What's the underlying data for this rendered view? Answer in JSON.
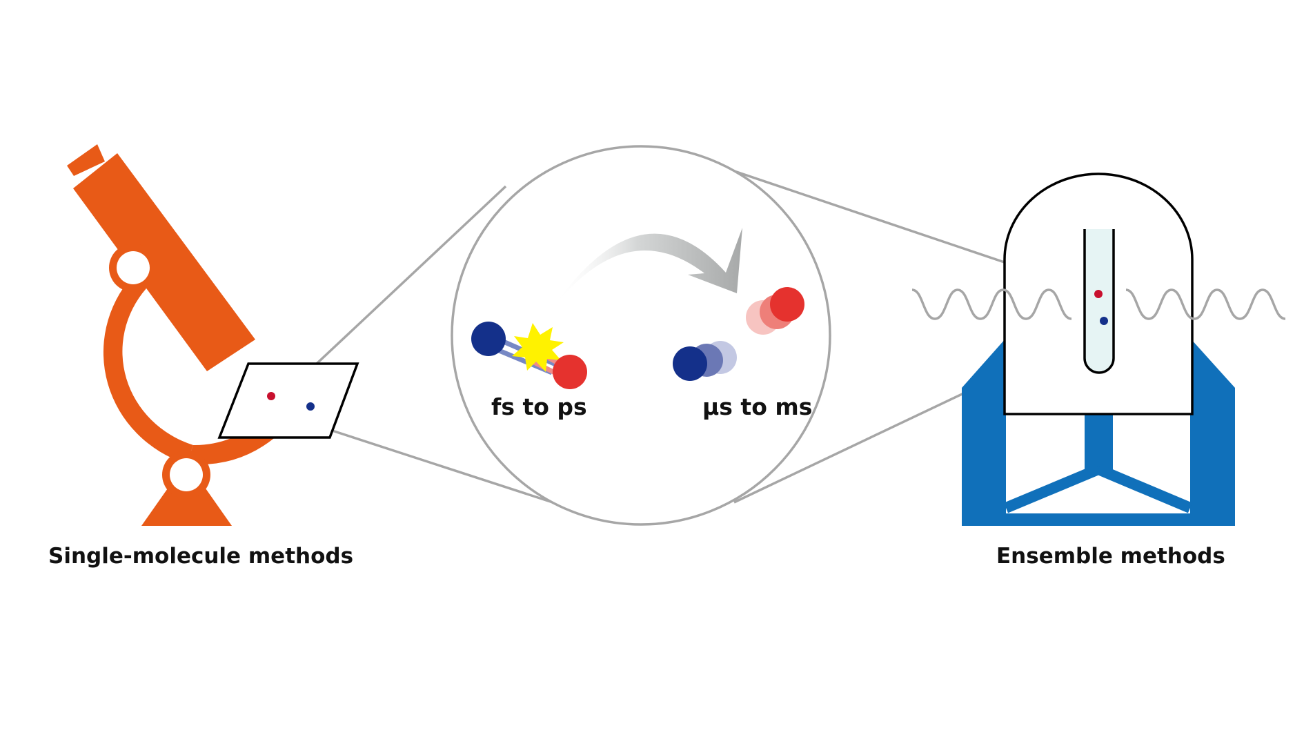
{
  "labels": {
    "single_molecule": "Single-molecule methods",
    "ensemble": "Ensemble methods",
    "fast_timescale": "fs to ps",
    "slow_timescale": "μs to ms"
  },
  "colors": {
    "microscope": "#E85A17",
    "stand": "#1070BA",
    "molecule_blue": "#14308A",
    "molecule_red": "#E5322E",
    "flash": "#FFF200",
    "connector_gray": "#A6A6A6",
    "cuvette_fill": "#E6F4F4",
    "outline": "#000000"
  },
  "icons": {
    "left": "microscope-icon",
    "right": "spectrometer-icon",
    "flash": "excitation-flash-icon",
    "arrow": "time-evolution-arrow-icon"
  }
}
